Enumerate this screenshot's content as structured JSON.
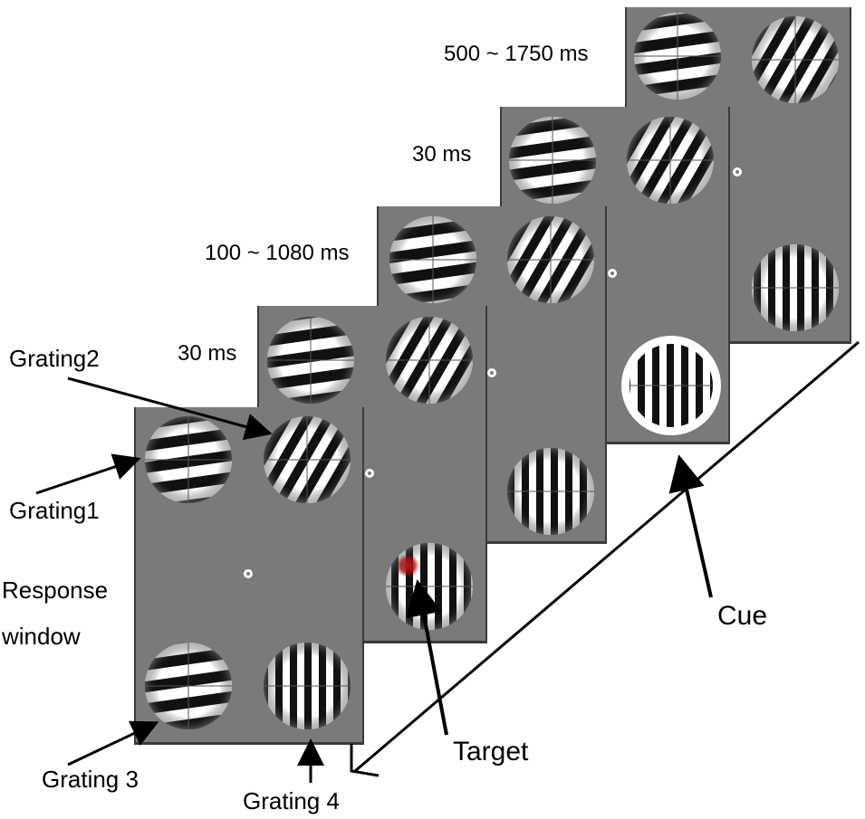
{
  "timeline": {
    "durations": [
      "500 ~ 1750 ms",
      "30 ms",
      "100 ~ 1080 ms",
      "30 ms"
    ]
  },
  "labels": {
    "grating1": "Grating1",
    "grating2": "Grating2",
    "grating3": "Grating 3",
    "grating4": "Grating 4",
    "response_line1": "Response",
    "response_line2": "window",
    "target": "Target",
    "cue": "Cue"
  },
  "colors": {
    "screen": "#7a7a7a",
    "screen_edge": "#3a3a3a",
    "target_dot": "#b01515",
    "cue_ring": "#ffffff",
    "text": "#000000"
  },
  "icons": {
    "fixation": "fixation-dot-icon",
    "grating": "sinusoidal-grating-icon",
    "arrow": "arrow-icon"
  }
}
